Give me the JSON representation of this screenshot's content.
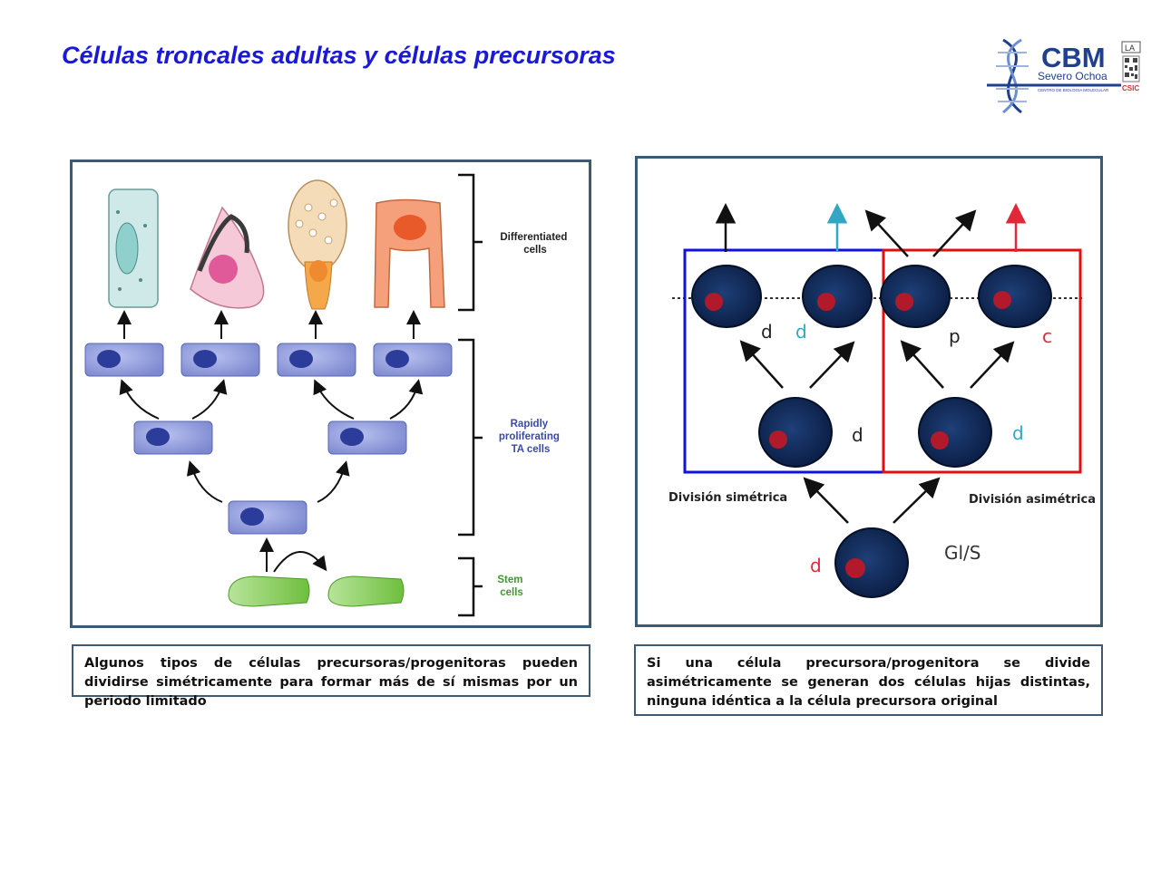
{
  "slide": {
    "title": "Células troncales adultas y células precursoras"
  },
  "logo": {
    "name": "CBM",
    "subtitle": "Severo Ochoa",
    "tagline": "CENTRO DE BIOLOGIA MOLECULAR",
    "badge": "CSIC",
    "corner_tag": "LA",
    "colors": {
      "primary": "#1f3f8f",
      "accent": "#d32f2f"
    }
  },
  "left_diagram": {
    "labels": {
      "differentiated": [
        "Differentiated",
        "cells"
      ],
      "ta_cells": [
        "Rapidly",
        "proliferating",
        "TA cells"
      ],
      "stem": [
        "Stem",
        "cells"
      ]
    },
    "colors": {
      "ta_cell": "#8794d8",
      "stem_cell": "#8ccf5a",
      "label_ta": "#3a4aa6",
      "label_stem": "#3f9a2c"
    }
  },
  "right_diagram": {
    "top_labels": [
      "d",
      "d",
      "p",
      "c"
    ],
    "mid_labels": [
      "d",
      "d"
    ],
    "bottom_label": "d",
    "phase_label": "Gl/S",
    "left_box_label": "División simétrica",
    "right_box_label": "División asimétrica",
    "colors": {
      "symmetric_box": "#1010e0",
      "asymmetric_box": "#e01010",
      "cell": "#0f2a5a",
      "nucleus": "#b01a2a",
      "cyan": "#33a6c4",
      "red": "#e0283a"
    }
  },
  "captions": {
    "left": "Algunos tipos de células precursoras/progenitoras pueden dividirse simétricamente para formar más de sí mismas por un periodo limitado",
    "right": "Si una célula precursora/progenitora se divide asimétricamente se generan dos células hijas distintas,  ninguna  idéntica a la célula precursora original"
  }
}
